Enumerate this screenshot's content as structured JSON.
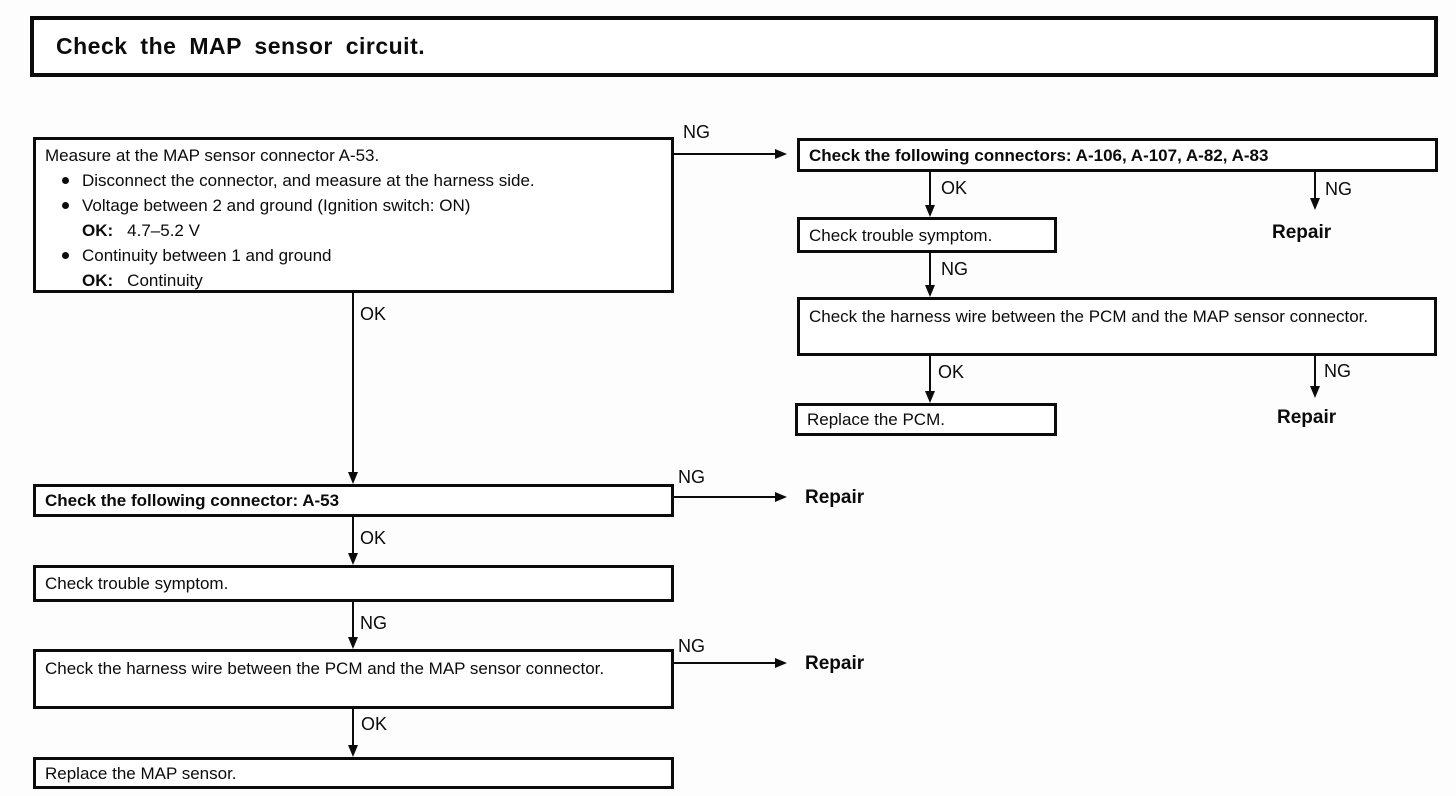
{
  "title": "Check the MAP sensor circuit.",
  "labels": {
    "ok": "OK",
    "ng": "NG",
    "repair": "Repair"
  },
  "boxes": {
    "measure": {
      "heading": "Measure at the MAP sensor connector A-53.",
      "bullet1": "Disconnect the connector, and measure at the harness side.",
      "bullet2": "Voltage between 2 and ground (Ignition switch: ON)",
      "ok2_label": "OK:",
      "ok2_value": "4.7–5.2 V",
      "bullet3": "Continuity between 1 and ground",
      "ok3_label": "OK:",
      "ok3_value": "Continuity"
    },
    "check_connectors": "Check the following connectors: A-106, A-107, A-82, A-83",
    "check_trouble_right": "Check trouble symptom.",
    "check_harness_right": "Check the harness wire between the PCM and the MAP sensor connector.",
    "replace_pcm": "Replace the PCM.",
    "check_connector_a53": "Check the following connector: A-53",
    "check_trouble_left": "Check trouble symptom.",
    "check_harness_left": "Check the harness wire between the PCM and the MAP sensor connector.",
    "replace_map_sensor": "Replace the MAP sensor."
  }
}
